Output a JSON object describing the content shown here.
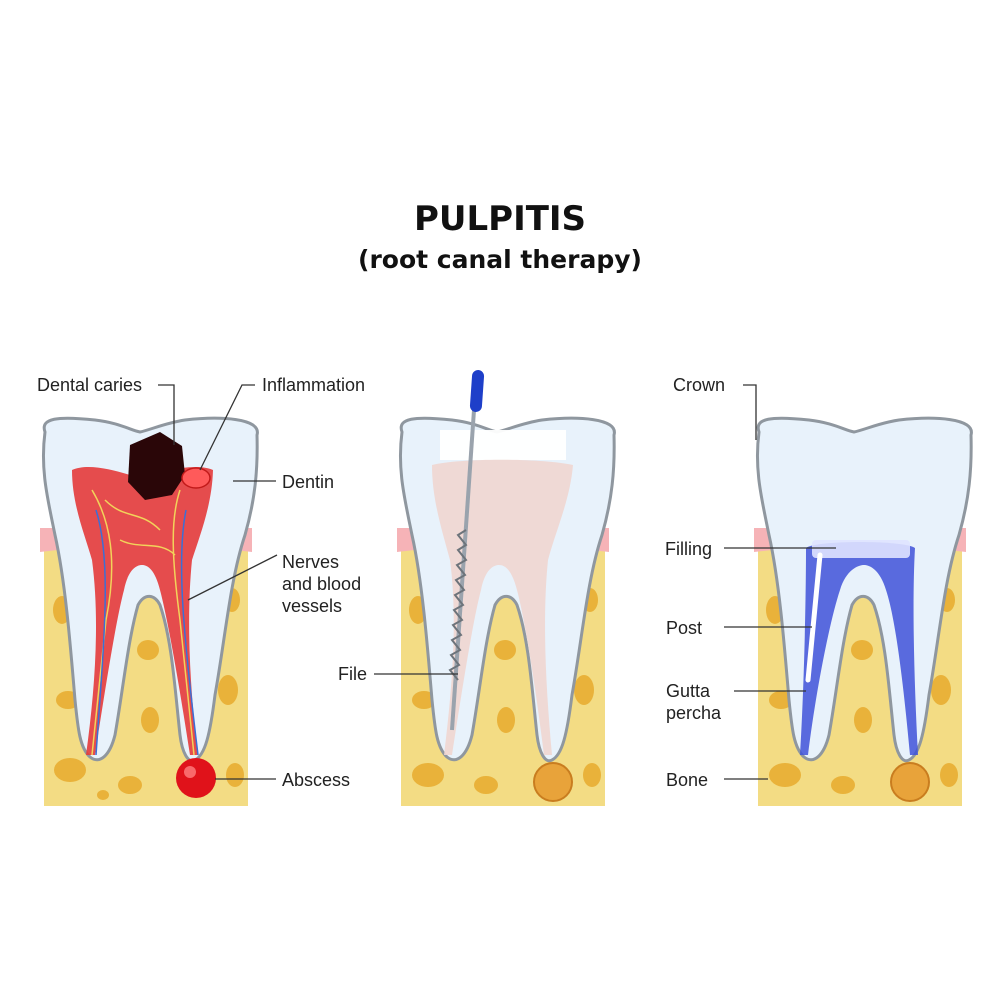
{
  "title": "PULPITIS",
  "subtitle": "(root canal therapy)",
  "colors": {
    "bone": "#f3dc84",
    "bone_pores": "#e9b23a",
    "gum": "#f6b3b7",
    "enamel": "#e8f2fb",
    "enamel_outline": "#8f979f",
    "inflamed_pulp": "#e43a3a",
    "caries": "#2a0608",
    "abscess": "#e0121a",
    "file_handle": "#1e3fc9",
    "gutta_percha": "#3f52d8",
    "cleaned_pulp": "#f0d6d0"
  },
  "labels": {
    "dental_caries": "Dental caries",
    "inflammation": "Inflammation",
    "dentin": "Dentin",
    "nerves_1": "Nerves",
    "nerves_2": "and blood",
    "nerves_3": "vessels",
    "abscess": "Abscess",
    "file": "File",
    "crown": "Crown",
    "filling": "Filling",
    "post": "Post",
    "gutta_1": "Gutta",
    "gutta_2": "percha",
    "bone": "Bone"
  }
}
